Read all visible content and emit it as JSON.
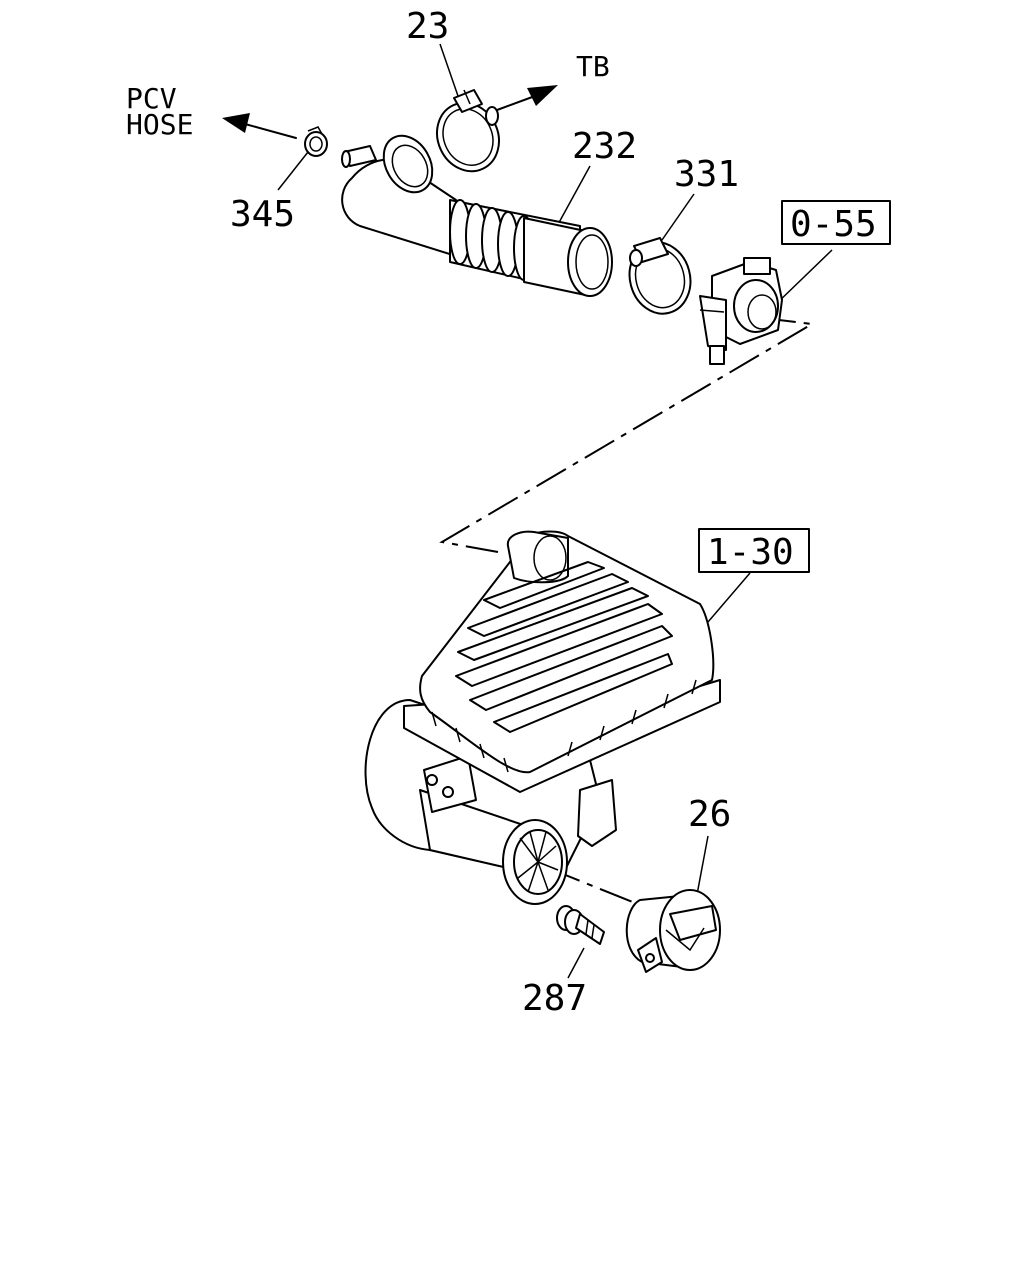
{
  "callouts": {
    "c23": "23",
    "c232": "232",
    "c331": "331",
    "c345": "345",
    "c26": "26",
    "c287": "287"
  },
  "refs": {
    "r055": "0-55",
    "r130": "1-30"
  },
  "arrow_labels": {
    "tb": "TB",
    "pcv_line1": "PCV",
    "pcv_line2": "HOSE"
  }
}
